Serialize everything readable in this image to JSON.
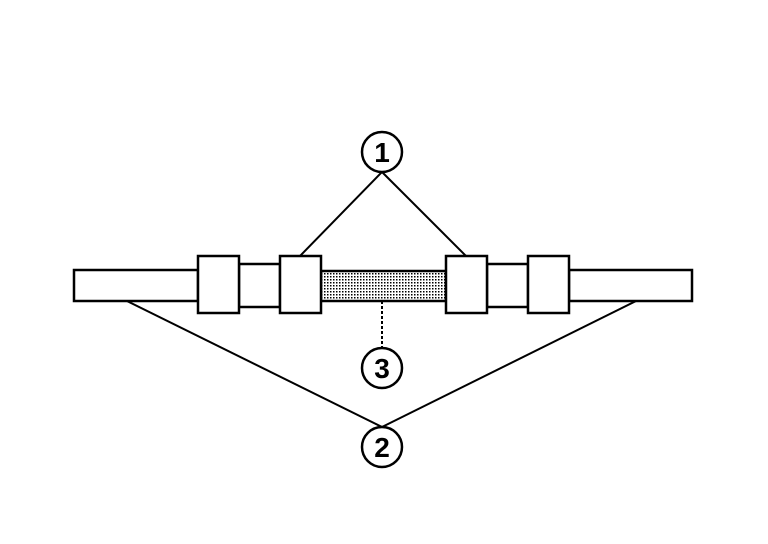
{
  "callouts": [
    {
      "id": "1",
      "label": "1"
    },
    {
      "id": "2",
      "label": "2"
    },
    {
      "id": "3",
      "label": "3"
    }
  ],
  "colors": {
    "stroke": "#000000",
    "fill": "#ffffff",
    "hatch": "#000000"
  }
}
